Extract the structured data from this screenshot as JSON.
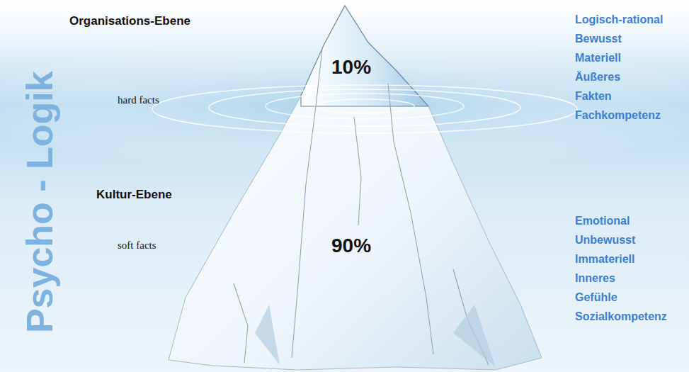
{
  "diagram": {
    "labels": [
      "Psycho - Logik",
      "Organisations-Ebene",
      "hard facts",
      "10%",
      "Logisch-rational",
      "Bewusst",
      "Materiell",
      "Äußeres",
      "Fakten",
      "Fachkompetenz",
      "Kultur-Ebene",
      "soft facts",
      "90%",
      "Emotional",
      "Unbewusst",
      "Immateriell",
      "Inneres",
      "Gefühle",
      "Sozialkompetenz"
    ]
  }
}
